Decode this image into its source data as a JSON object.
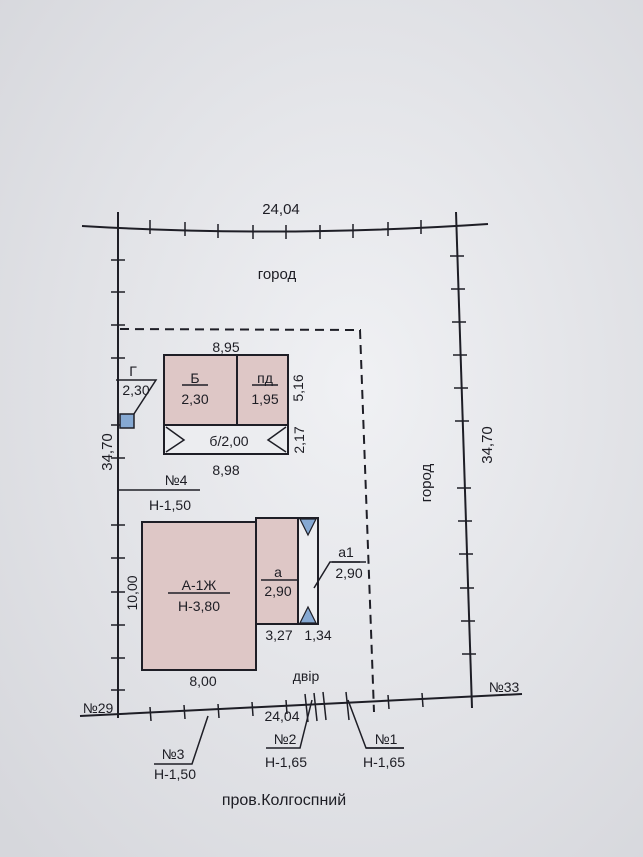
{
  "plot": {
    "top_length": "24,04",
    "bottom_length": "24,04",
    "left_length": "34,70",
    "right_length": "34,70",
    "garden_top": "город",
    "garden_right": "город",
    "yard": "двір",
    "street": "пров.Колгоспний"
  },
  "neighbors": {
    "left": "№29",
    "right": "№33"
  },
  "building_b": {
    "top_length": "8,95",
    "bottom_length": "8,98",
    "right_top": "5,16",
    "right_bottom": "2,17",
    "b_label": "Б",
    "b_height": "2,30",
    "pd_label": "пд",
    "pd_height": "1,95",
    "canopy": "б/2,00"
  },
  "shed_g": {
    "label": "Г",
    "height": "2,30"
  },
  "house_a": {
    "label": "А-1Ж",
    "height": "Н-3,80",
    "left_length": "10,00",
    "bottom_length": "8,00",
    "annex_label": "а",
    "annex_height": "2,90",
    "annex_width": "3,27",
    "porch_width": "1,34",
    "porch_label": "а1",
    "porch_height": "2,90"
  },
  "points": [
    {
      "number": "№4",
      "height": "Н-1,50"
    },
    {
      "number": "№3",
      "height": "Н-1,50"
    },
    {
      "number": "№2",
      "height": "Н-1,65"
    },
    {
      "number": "№1",
      "height": "Н-1,65"
    }
  ],
  "colors": {
    "building_fill": "#dec7c6",
    "shed_fill": "#86a9d3",
    "line": "#1e1e26",
    "paper": "#e9eaee"
  }
}
